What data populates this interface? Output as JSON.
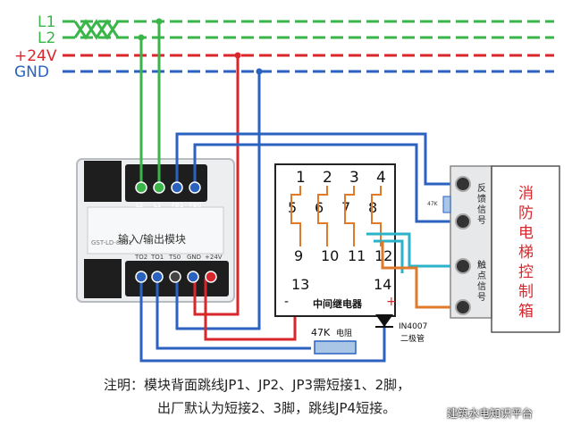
{
  "bus_labels": {
    "l1": "L1",
    "l2": "L2",
    "p24v": "+24V",
    "gnd": "GND"
  },
  "module": {
    "name": "输入/输出模块",
    "model": "GST-LD-8301",
    "top_terminals": [
      "L2",
      "L1",
      "FB1",
      "FB0"
    ],
    "bottom_terminals": [
      "TO2",
      "TO1",
      "TS0",
      "GND",
      "+24V"
    ]
  },
  "relay": {
    "name": "中间继电器",
    "pins_top": [
      "1",
      "2",
      "3",
      "4"
    ],
    "pins_mid": [
      "5",
      "6",
      "7",
      "8"
    ],
    "pins_bottom": [
      "9",
      "10",
      "11",
      "12"
    ],
    "coil_pins": [
      "13",
      "14"
    ],
    "minus": "-",
    "plus": "+"
  },
  "diode": {
    "model": "IN4007",
    "label": "二极管"
  },
  "resistor": {
    "value": "47K",
    "label": "电阻"
  },
  "fire_box": {
    "label_chars": [
      "消",
      "防",
      "电",
      "梯",
      "控",
      "制",
      "箱"
    ],
    "feedback_label": [
      "反",
      "馈",
      "信",
      "号"
    ],
    "contact_label": [
      "触",
      "点",
      "信",
      "号"
    ],
    "resistor_label": "47K"
  },
  "note": {
    "line1": "注明：模块背面跳线JP1、JP2、JP3需短接1、2脚，",
    "line2": "出厂默认为短接2、3脚，跳线JP4短接。"
  },
  "watermark": "建筑水电知识平台",
  "colors": {
    "green": "#39b54a",
    "red": "#d9262b",
    "blue": "#2b62c0",
    "cyan": "#2bb3c9",
    "orange": "#e07a2b",
    "black": "#222222"
  }
}
